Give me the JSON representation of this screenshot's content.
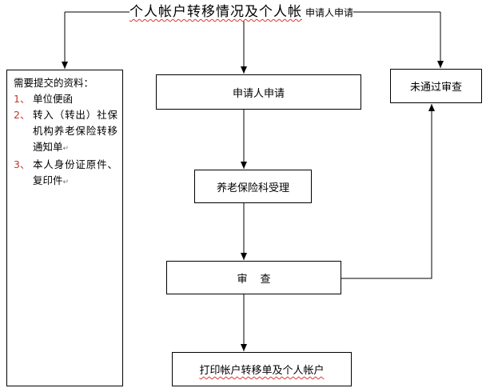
{
  "title": {
    "main": "个人帐户转移情况及个人帐",
    "tail": "申请人申请"
  },
  "nodes": {
    "apply": "申请人申请",
    "accept": "养老保险科受理",
    "review": "审查",
    "print": "打印帐户转移单及个人帐户",
    "fail": "未通过审查"
  },
  "documents": {
    "heading": "需要提交的资料：",
    "items": [
      {
        "num": "1、",
        "text": "单位便函"
      },
      {
        "num": "2、",
        "text": "转入（转出）社保机构养老保险转移通知单"
      },
      {
        "num": "3、",
        "text": "本人身份证原件、复印件"
      }
    ],
    "mark": "↵"
  },
  "colors": {
    "line": "#000000",
    "underline": "#dd3333"
  }
}
